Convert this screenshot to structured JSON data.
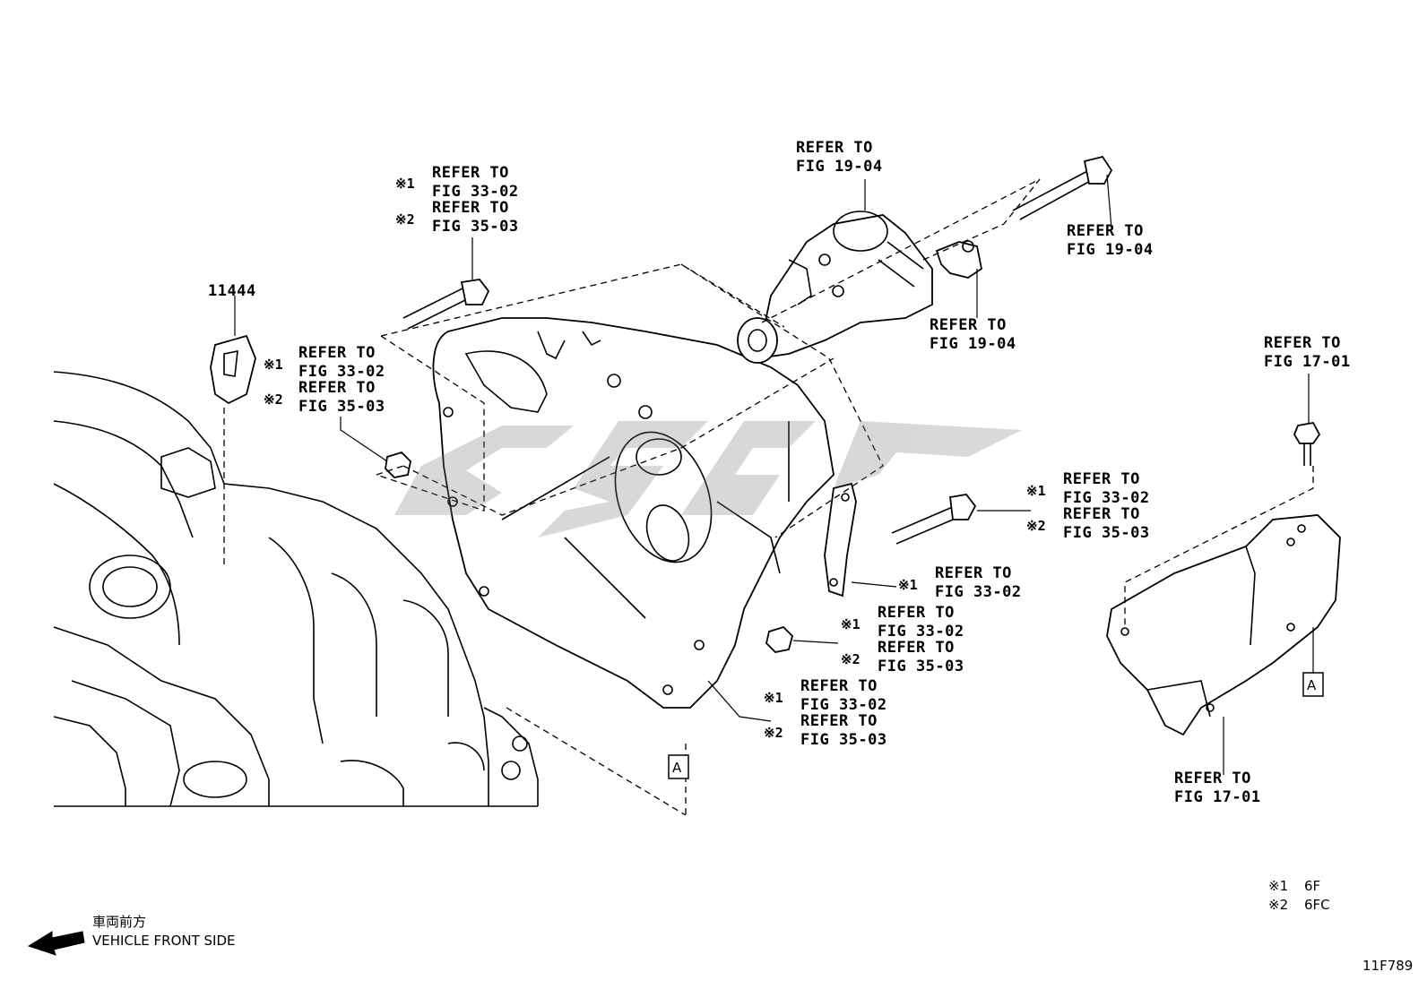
{
  "diagram": {
    "part_number_label": "11444",
    "figure_code": "11F789",
    "refer_label": "REFER TO",
    "callouts": {
      "bolt_top": {
        "mark1": "※1",
        "fig1": "FIG 33-02",
        "mark2": "※2",
        "fig2": "FIG 35-03"
      },
      "nut_left": {
        "mark1": "※1",
        "fig1": "FIG 33-02",
        "mark2": "※2",
        "fig2": "FIG 35-03"
      },
      "starter": {
        "fig": "FIG 19-04"
      },
      "starter_bolt": {
        "fig": "FIG 19-04"
      },
      "starter_bracket": {
        "fig": "FIG 19-04"
      },
      "bolt_right": {
        "mark1": "※1",
        "fig1": "FIG 33-02",
        "mark2": "※2",
        "fig2": "FIG 35-03"
      },
      "bracket_right": {
        "mark1": "※1",
        "fig1": "FIG 33-02"
      },
      "nut_lower": {
        "mark1": "※1",
        "fig1": "FIG 33-02",
        "mark2": "※2",
        "fig2": "FIG 35-03"
      },
      "housing_lower": {
        "mark1": "※1",
        "fig1": "FIG 33-02",
        "mark2": "※2",
        "fig2": "FIG 35-03"
      },
      "mount_bolt": {
        "fig": "FIG 17-01"
      },
      "mount": {
        "fig": "FIG 17-01"
      }
    },
    "reference_marks": {
      "a_left": "A",
      "a_right": "A"
    },
    "legend": {
      "item1_mark": "※1",
      "item1_value": "6F",
      "item2_mark": "※2",
      "item2_value": "6FC"
    },
    "front_indicator": {
      "japanese": "車両前方",
      "english": "VEHICLE FRONT SIDE"
    }
  }
}
